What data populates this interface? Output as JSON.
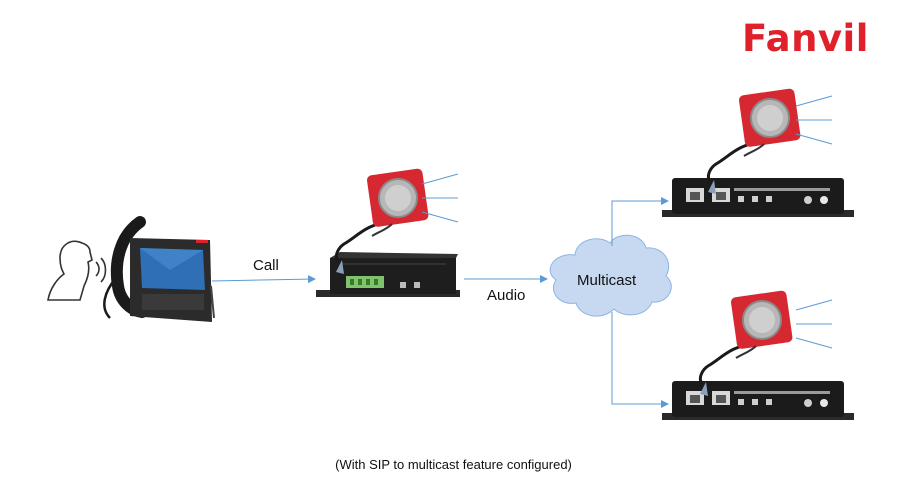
{
  "brand": {
    "logo_text": "Fanvil",
    "color": "#e0202a"
  },
  "labels": {
    "call": "Call",
    "audio": "Audio",
    "multicast": "Multicast"
  },
  "caption": "(With SIP to multicast feature configured)",
  "colors": {
    "arrow": "#5b9bd5",
    "cloud_fill": "#c6d9f1",
    "cloud_stroke": "#8fb4e3",
    "device": "#1b1b1b",
    "speaker_red": "#d62831"
  },
  "icons": [
    "person-icon",
    "ip-phone-icon",
    "gateway-box-icon",
    "speaker-icon",
    "cloud-icon",
    "receiver-box-icon"
  ]
}
